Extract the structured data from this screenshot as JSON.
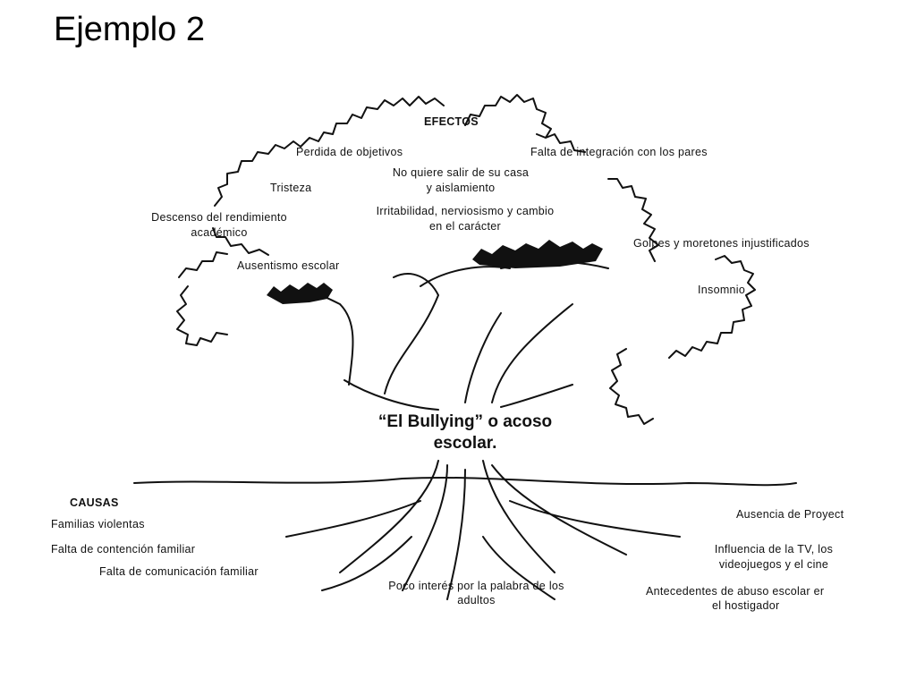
{
  "slide": {
    "title": "Ejemplo 2"
  },
  "diagram": {
    "center_title_line1": "“El Bullying” o acoso",
    "center_title_line2": "escolar.",
    "effects": {
      "heading": "EFECTOS",
      "items": [
        "Perdida de objetivos",
        "Falta de integración con los pares",
        "No quiere salir de su casa",
        "y aislamiento",
        "Tristeza",
        "Descenso del rendimiento",
        "académico",
        "Irritabilidad, nerviosismo y cambio",
        "en el carácter",
        "Golpes y moretones injustificados",
        "Ausentismo escolar",
        "Insomnio"
      ]
    },
    "causes": {
      "heading": "CAUSAS",
      "items": [
        "Familias violentas",
        "Falta de contención familiar",
        "Falta de comunicación familiar",
        "Poco interés por la palabra de los",
        "adultos",
        "Ausencia de Proyect",
        "Influencia de la TV, los",
        "videojuegos y el cine",
        "Antecedentes de abuso escolar er",
        "el hostigador"
      ]
    }
  }
}
